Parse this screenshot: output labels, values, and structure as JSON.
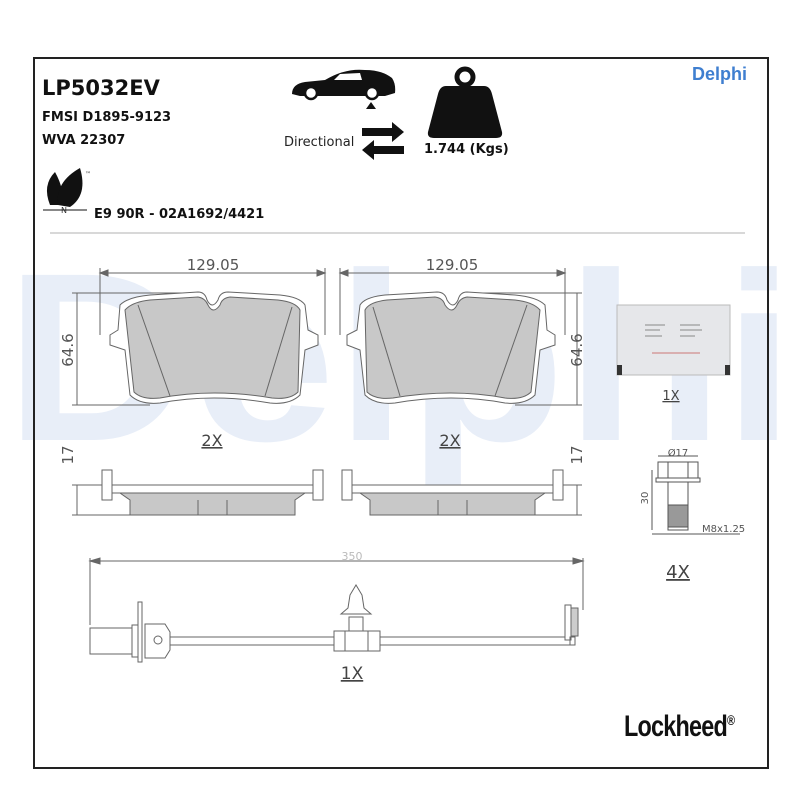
{
  "header": {
    "part_number": "LP5032EV",
    "fmsi": "FMSI D1895-9123",
    "wva": "WVA 22307",
    "directional_label": "Directional",
    "weight": "1.744 (Kgs)",
    "approval": "E9 90R - 02A1692/4421",
    "eco_mark_letter": "N",
    "eco_mark_tm": "™"
  },
  "brand": {
    "logo": "Delphi",
    "watermark": "Delphi",
    "footer_logo": "Lockheed",
    "footer_registered": "®",
    "logo_color": "#3f7fd0",
    "watermark_color": "#e8eef8"
  },
  "pads": {
    "width_label": "129.05",
    "height_label": "64.6",
    "thickness_label": "17",
    "quantity_left": "2X",
    "quantity_right": "2X",
    "friction_color": "#c8c8c8"
  },
  "accessories": {
    "grease_qty": "1X",
    "bolt_diameter": "Ø17",
    "bolt_length": "30",
    "bolt_thread": "M8x1.25",
    "bolt_qty": "4X",
    "sensor_length": "350",
    "sensor_qty": "1X"
  }
}
